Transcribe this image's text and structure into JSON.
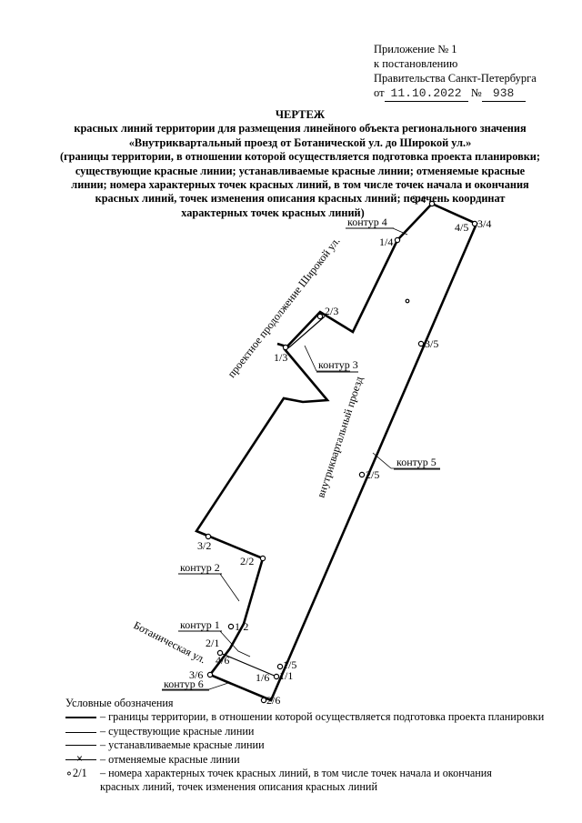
{
  "appendix": {
    "line1": "Приложение № 1",
    "line2": "к постановлению",
    "line3": "Правительства Санкт-Петербурга",
    "date_prefix": "от",
    "date": "11.10.2022",
    "number_prefix": "№",
    "number": "938"
  },
  "title": {
    "heading": "ЧЕРТЕЖ",
    "lines": [
      "красных линий территории для размещения линейного объекта регионального значения",
      "«Внутриквартальный проезд от Ботанической ул. до Широкой ул.»",
      "(границы территории, в отношении которой осуществляется подготовка проекта планировки;",
      "существующие красные линии; устанавливаемые красные линии; отменяемые красные",
      "линии; номера характерных точек красных линий, в том числе точек начала и окончания",
      "красных линий, точек изменения описания красных линий; перечень координат",
      "характерных точек красных линий)"
    ]
  },
  "drawing": {
    "streets": {
      "shirokaya": "проектное продолжение Широкой ул.",
      "botanicheskaya": "Ботаническая ул.",
      "proezd": "внутриквартальный проезд"
    },
    "contours": {
      "c1": "контур 1",
      "c2": "контур 2",
      "c3": "контур 3",
      "c4": "контур 4",
      "c5": "контур 5",
      "c6": "контур 6"
    },
    "points": {
      "p1_1": "1/1",
      "p1_2": "1/2",
      "p2_1": "2/1",
      "p2_2": "2/2",
      "p3_2": "3/2",
      "p1_3": "1/3",
      "p2_3": "2/3",
      "p1_4": "1/4",
      "p2_4": "2/4",
      "p3_4": "3/4",
      "p1_5": "1/5",
      "p2_5": "2/5",
      "p3_5": "3/5",
      "p4_5": "4/5",
      "p1_6": "1/6",
      "p2_6": "2/6",
      "p3_6": "3/6",
      "p4_6": "4/6"
    }
  },
  "legend": {
    "title": "Условные обозначения",
    "items": [
      {
        "symbol": "thick-line",
        "text": "– границы территории, в отношении которой осуществляется подготовка проекта планировки"
      },
      {
        "symbol": "thin-line",
        "text": "– существующие красные линии"
      },
      {
        "symbol": "medium-line",
        "text": "– устанавливаемые красные линии"
      },
      {
        "symbol": "crossed-line",
        "text": "– отменяемые красные линии"
      },
      {
        "symbol": "point",
        "label": "∘2/1",
        "text": "– номера характерных точек красных линий, в том числе точек начала и окончания",
        "text2": "красных линий, точек изменения описания красных линий"
      }
    ]
  }
}
